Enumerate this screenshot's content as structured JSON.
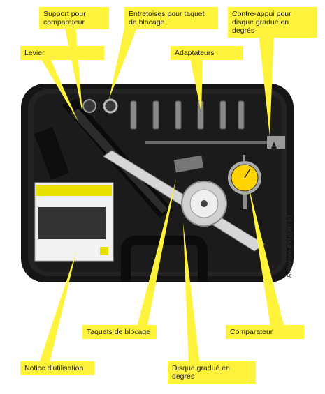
{
  "labels": {
    "support_comparateur": "Support pour comparateur",
    "entretoises": "Entretoises pour taquet de blocage",
    "contre_appui": "Contre-appui pour disque gradué en degrés",
    "levier": "Levier",
    "adaptateurs": "Adaptateurs",
    "taquets": "Taquets de blocage",
    "comparateur": "Comparateur",
    "notice": "Notice d'utilisation",
    "disque": "Disque gradué en degrés"
  },
  "reference": "Référence 400 0080 10",
  "colors": {
    "callout": "#fff23a",
    "case": "#1a1a1a"
  }
}
